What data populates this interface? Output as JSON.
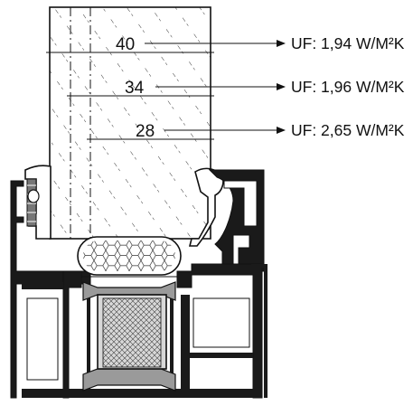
{
  "dimensions": [
    {
      "value": "40",
      "uf_label": "UF: 1,94 W/M²K"
    },
    {
      "value": "34",
      "uf_label": "UF: 1,96 W/M²K"
    },
    {
      "value": "28",
      "uf_label": "UF: 2,65 W/M²K"
    }
  ],
  "colors": {
    "line": "#111111",
    "profile_fill": "#1a1a1a",
    "gasket_fill": "#9a9a9a",
    "insulation_fill": "#d8d8d8",
    "background": "#ffffff"
  }
}
